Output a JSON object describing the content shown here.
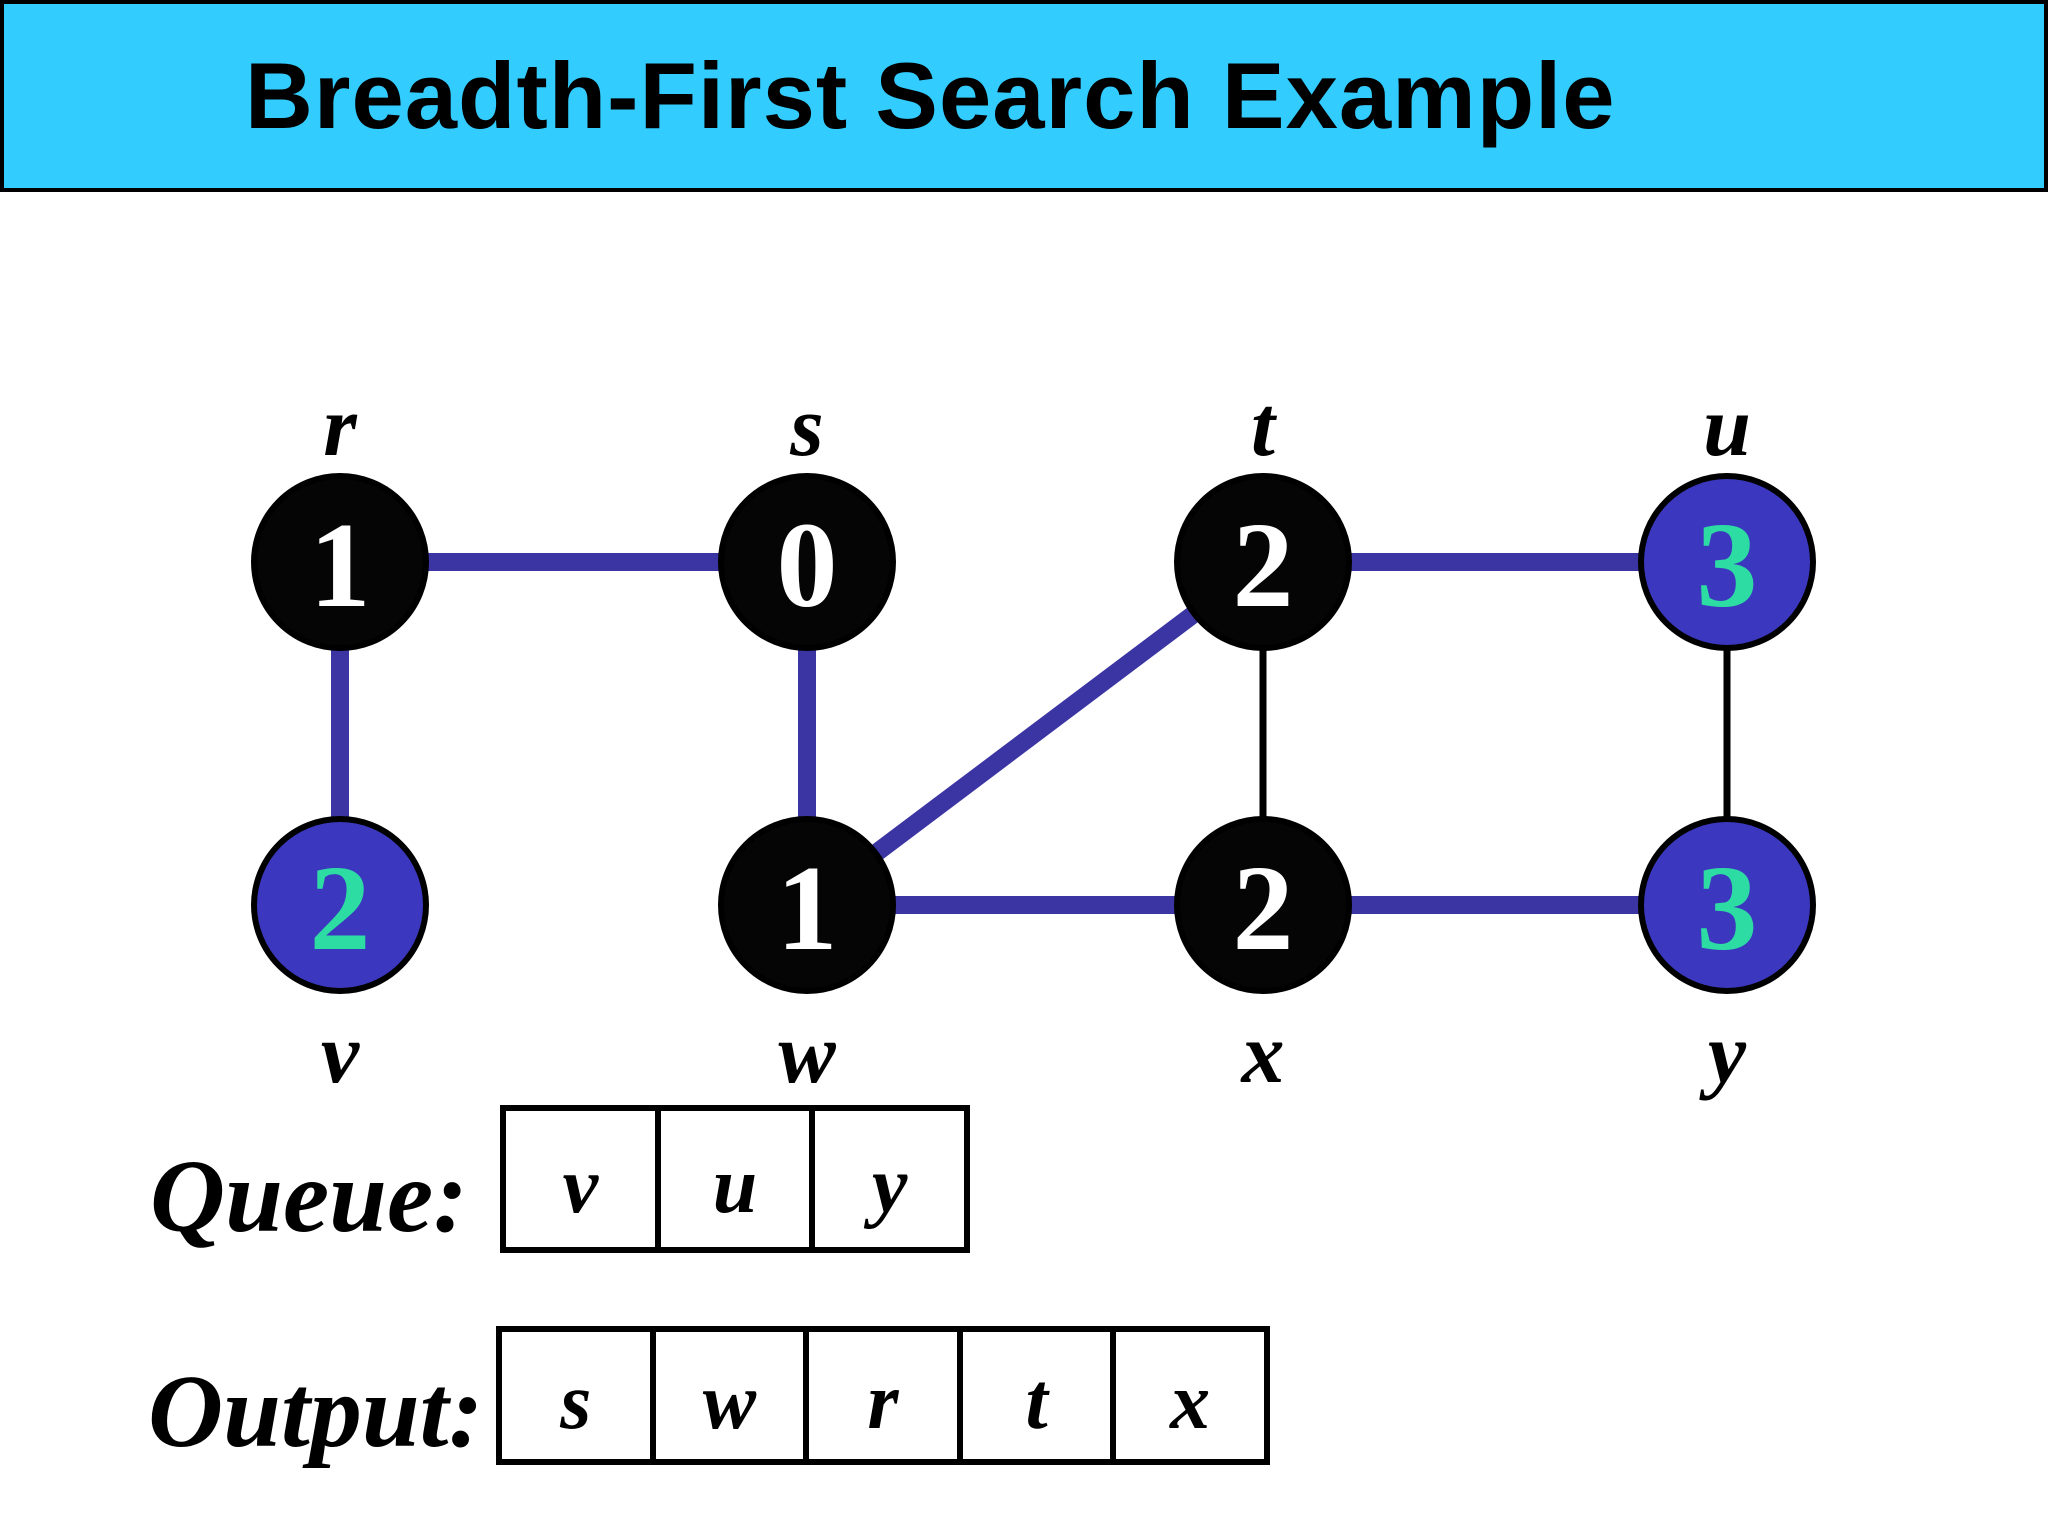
{
  "title": "Breadth-First Search Example",
  "colors": {
    "header_bg": "#33CCFE",
    "node_black": "#050505",
    "node_blue": "#3B38BF",
    "edge_tree_blue": "#3A35A3",
    "edge_thin_black": "#000000",
    "distance_teal": "#2DDCA3",
    "distance_white": "#FFFFFF"
  },
  "graph": {
    "nodes": [
      {
        "id": "r",
        "label": "r",
        "distance": "1",
        "color": "black"
      },
      {
        "id": "s",
        "label": "s",
        "distance": "0",
        "color": "black"
      },
      {
        "id": "t",
        "label": "t",
        "distance": "2",
        "color": "black"
      },
      {
        "id": "u",
        "label": "u",
        "distance": "3",
        "color": "blue"
      },
      {
        "id": "v",
        "label": "v",
        "distance": "2",
        "color": "blue"
      },
      {
        "id": "w",
        "label": "w",
        "distance": "1",
        "color": "black"
      },
      {
        "id": "x",
        "label": "x",
        "distance": "2",
        "color": "black"
      },
      {
        "id": "y",
        "label": "y",
        "distance": "3",
        "color": "blue"
      }
    ],
    "edges": [
      {
        "from": "r",
        "to": "s",
        "style": "thick-blue"
      },
      {
        "from": "r",
        "to": "v",
        "style": "thick-blue"
      },
      {
        "from": "s",
        "to": "w",
        "style": "thick-blue"
      },
      {
        "from": "w",
        "to": "t",
        "style": "thick-blue"
      },
      {
        "from": "t",
        "to": "u",
        "style": "thick-blue"
      },
      {
        "from": "w",
        "to": "x",
        "style": "thick-blue"
      },
      {
        "from": "x",
        "to": "y",
        "style": "thick-blue"
      },
      {
        "from": "t",
        "to": "x",
        "style": "thin-black"
      },
      {
        "from": "u",
        "to": "y",
        "style": "thin-black"
      }
    ]
  },
  "queue": {
    "label": "Queue:",
    "items": [
      "v",
      "u",
      "y"
    ]
  },
  "output": {
    "label": "Output:",
    "items": [
      "s",
      "w",
      "r",
      "t",
      "x"
    ]
  }
}
